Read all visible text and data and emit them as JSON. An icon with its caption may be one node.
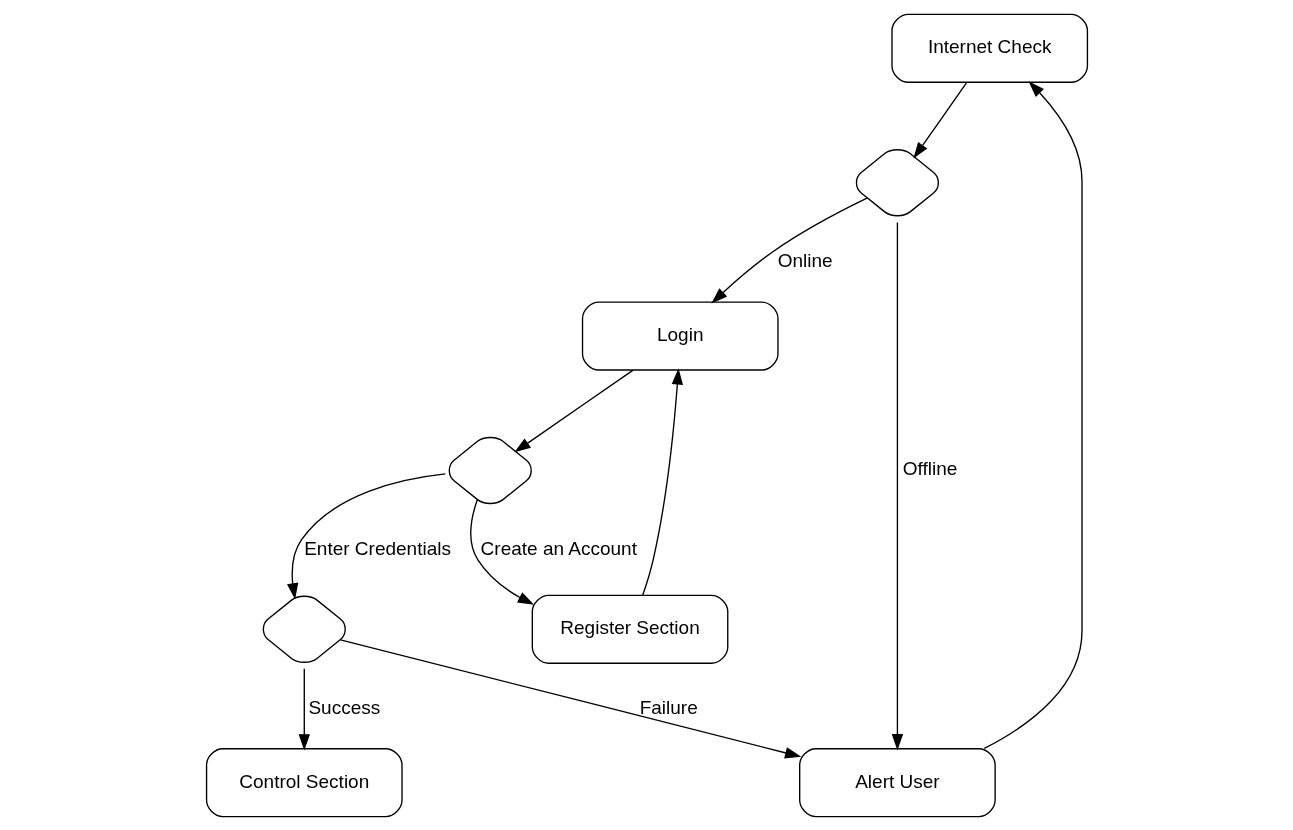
{
  "diagram": {
    "nodes": [
      {
        "text": [
          "Internet Check"
        ]
      },
      {
        "text": [],
        "shape": "diamond"
      },
      {
        "text": [
          "Login"
        ]
      },
      {
        "text": [
          "Alert User"
        ]
      },
      {
        "text": [],
        "shape": "diamond"
      },
      {
        "text": [],
        "shape": "diamond"
      },
      {
        "text": [
          "Register Section"
        ]
      },
      {
        "text": [
          "Control Section"
        ]
      }
    ],
    "edges": [
      {
        "from": 0,
        "to": 1,
        "arrow": "to"
      },
      {
        "from": 1,
        "to": 2,
        "label": "Online",
        "arrow": "to"
      },
      {
        "from": 1,
        "to": 3,
        "label": "Offline",
        "arrow": "to"
      },
      {
        "from": 3,
        "to": 0,
        "arrow": "to"
      },
      {
        "from": 2,
        "to": 4,
        "arrow": "to"
      },
      {
        "from": 4,
        "to": 5,
        "label": "Enter Credentials",
        "arrow": "to"
      },
      {
        "from": 4,
        "to": 6,
        "label": "Create an Account",
        "arrow": "to"
      },
      {
        "from": 5,
        "to": 3,
        "label": "Failure",
        "arrow": "to"
      },
      {
        "from": 5,
        "to": 7,
        "label": "Success",
        "arrow": "to"
      },
      {
        "from": 6,
        "to": 2,
        "arrow": "to"
      }
    ]
  }
}
